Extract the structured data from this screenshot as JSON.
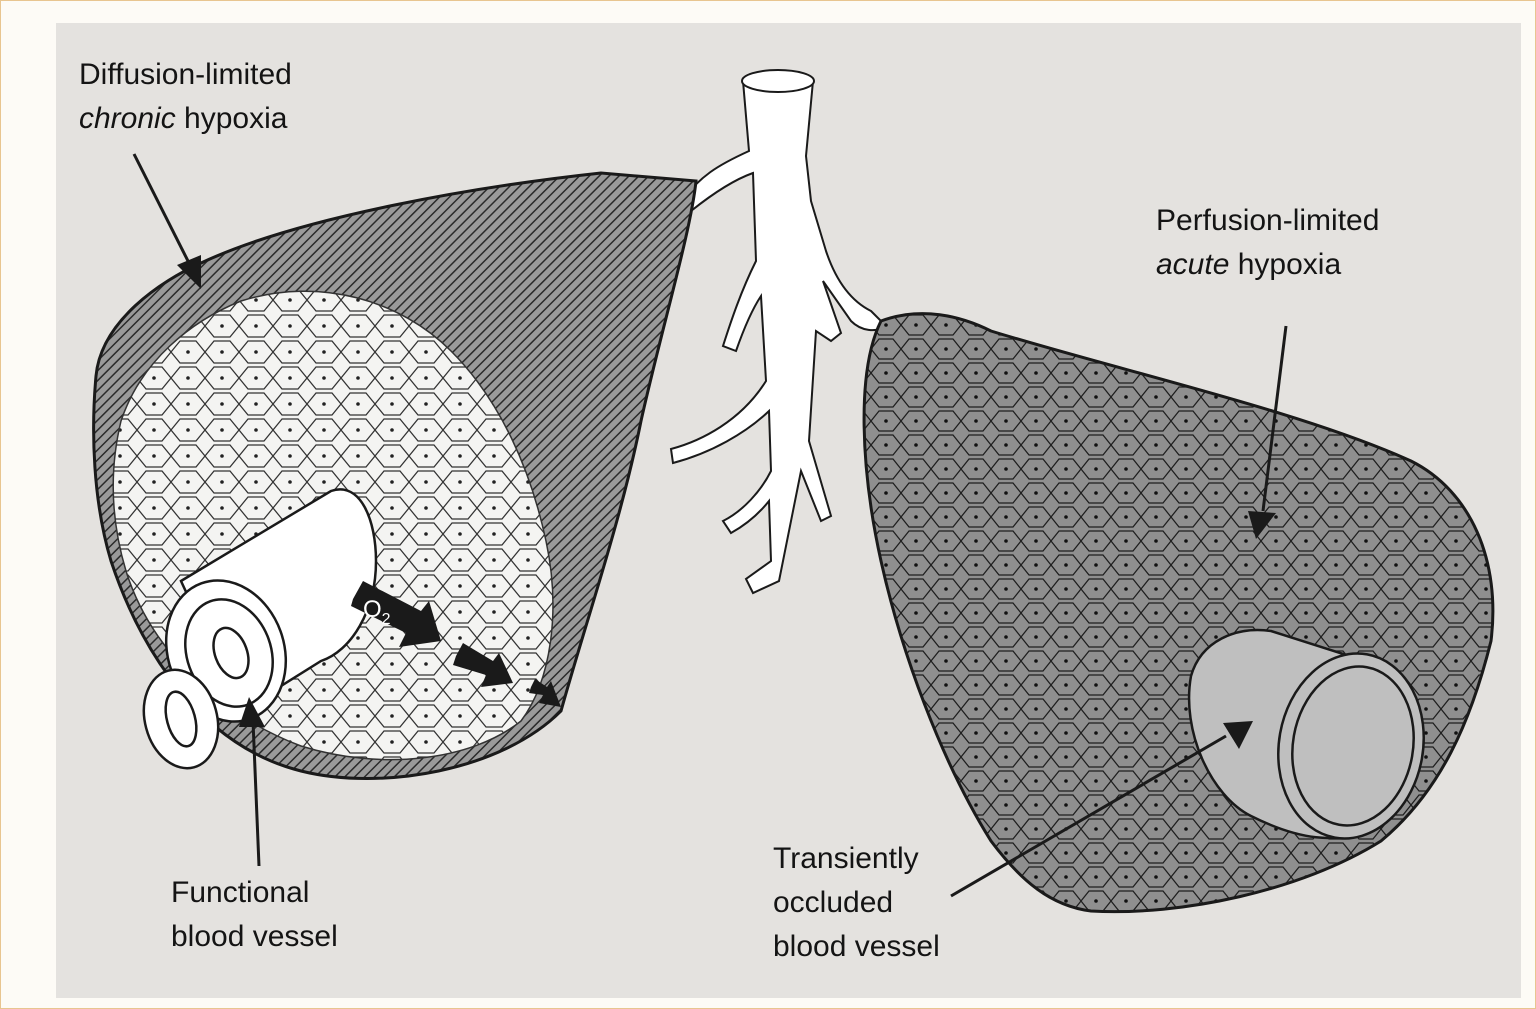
{
  "labels": {
    "chronic": {
      "line1": "Diffusion-limited",
      "italic": "chronic",
      "rest": " hypoxia"
    },
    "acute": {
      "line1": "Perfusion-limited",
      "italic": "acute",
      "rest": " hypoxia"
    },
    "functional": {
      "line1": "Functional",
      "line2": "blood vessel"
    },
    "occluded": {
      "line1": "Transiently",
      "line2": "occluded",
      "line3": "blood vessel"
    },
    "oxygen": {
      "symbol": "O",
      "subscript": "2"
    }
  },
  "colors": {
    "page": "#fdfbf6",
    "frame": "#e8c590",
    "paper": "#e4e2df",
    "hatched_tissue": "#7e7e7e",
    "ink": "#141414",
    "occluded_vessel": "#bfbfbf"
  }
}
